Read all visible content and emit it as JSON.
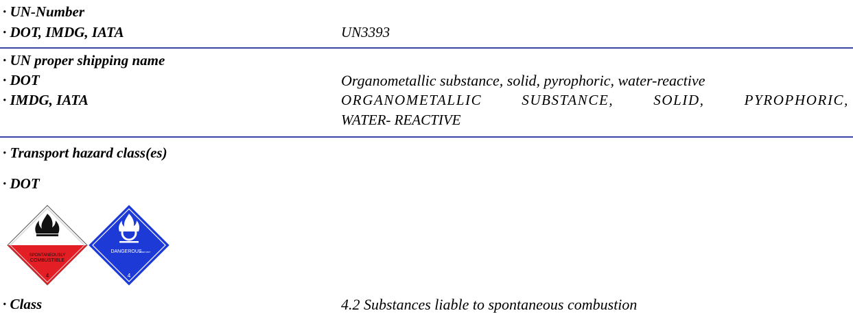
{
  "un_number": {
    "heading": "· UN-Number",
    "label": "· DOT, IMDG, IATA",
    "value": "UN3393"
  },
  "shipping_name": {
    "heading": "· UN proper shipping name",
    "dot_label": "· DOT",
    "dot_value": "Organometallic substance, solid, pyrophoric, water-reactive",
    "imdg_label": "· IMDG, IATA",
    "imdg_value_line1": "ORGANOMETALLIC SUBSTANCE, SOLID, PYROPHORIC,",
    "imdg_value_line2": "WATER- REACTIVE"
  },
  "hazard_class": {
    "heading": "· Transport hazard class(es)",
    "dot_label": "· DOT",
    "class_label": "· Class",
    "class_value": "4.2 Substances liable to spontaneous combustion"
  },
  "placards": [
    {
      "text1": "SPONTANEOUSLY",
      "text2": "COMBUSTIBLE",
      "number": "4",
      "bottom_color": "#e31e24"
    },
    {
      "text1": "DANGEROUS",
      "text2": "WHEN WET",
      "number": "4",
      "color": "#1e3ad6"
    }
  ]
}
